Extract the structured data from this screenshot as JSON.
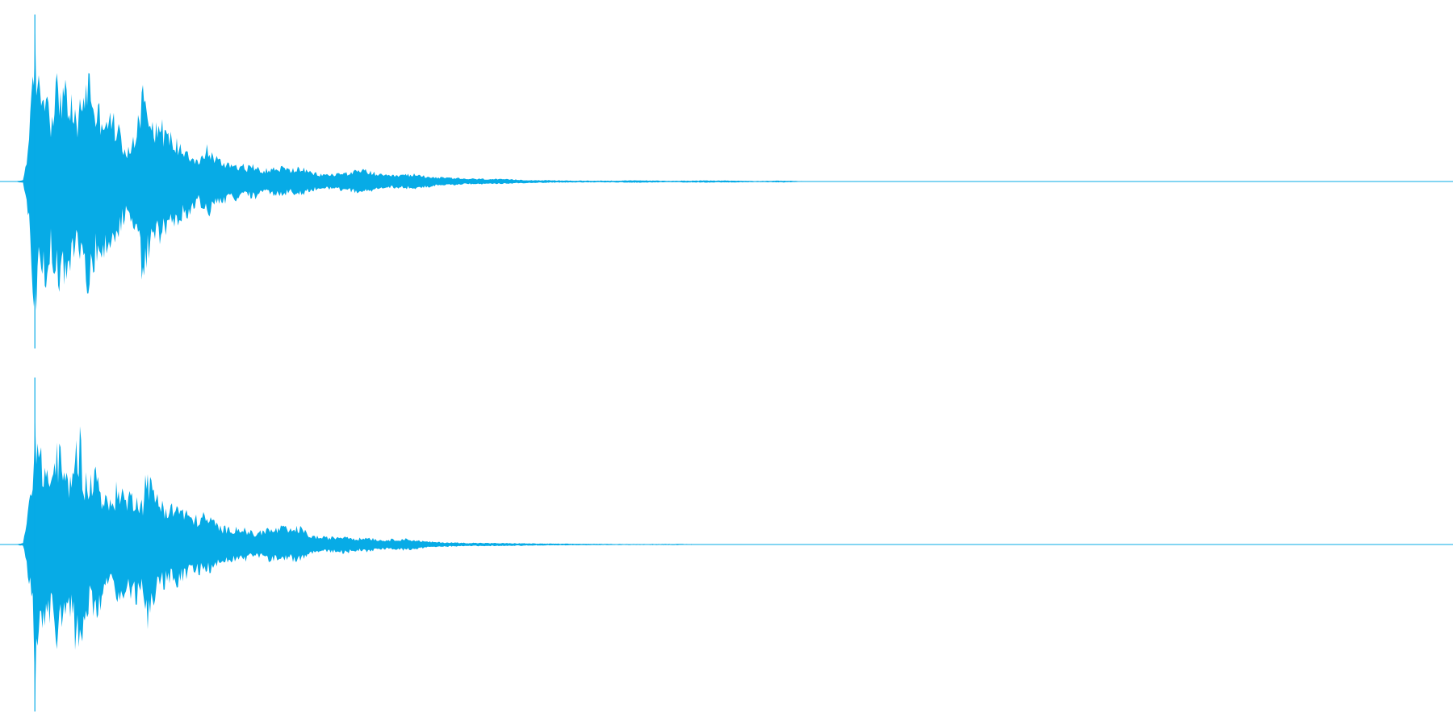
{
  "colors": {
    "background": "#ffffff",
    "waveform": "#07abe6"
  },
  "chart_data": {
    "type": "area",
    "title": "",
    "xlabel": "",
    "ylabel": "",
    "grid": false,
    "legend": "none",
    "xlim": [
      0,
      1
    ],
    "ylim": [
      -1,
      1
    ],
    "description_of_axes": "",
    "series": [
      {
        "channel": 1,
        "transient": {
          "x": 0.024,
          "amplitude": 1.0
        },
        "envelope": [
          [
            0.0,
            0.0
          ],
          [
            0.01,
            0.0
          ],
          [
            0.016,
            0.01
          ],
          [
            0.02,
            0.3
          ],
          [
            0.023,
            0.75
          ],
          [
            0.024,
            0.99
          ],
          [
            0.027,
            0.62
          ],
          [
            0.031,
            0.7
          ],
          [
            0.035,
            0.48
          ],
          [
            0.039,
            0.68
          ],
          [
            0.043,
            0.65
          ],
          [
            0.048,
            0.56
          ],
          [
            0.053,
            0.42
          ],
          [
            0.058,
            0.67
          ],
          [
            0.062,
            0.73
          ],
          [
            0.066,
            0.48
          ],
          [
            0.07,
            0.5
          ],
          [
            0.074,
            0.45
          ],
          [
            0.079,
            0.42
          ],
          [
            0.084,
            0.3
          ],
          [
            0.088,
            0.2
          ],
          [
            0.093,
            0.34
          ],
          [
            0.097,
            0.58
          ],
          [
            0.1,
            0.68
          ],
          [
            0.104,
            0.42
          ],
          [
            0.11,
            0.4
          ],
          [
            0.116,
            0.33
          ],
          [
            0.12,
            0.28
          ],
          [
            0.126,
            0.25
          ],
          [
            0.132,
            0.2
          ],
          [
            0.137,
            0.13
          ],
          [
            0.142,
            0.24
          ],
          [
            0.147,
            0.18
          ],
          [
            0.152,
            0.14
          ],
          [
            0.158,
            0.13
          ],
          [
            0.164,
            0.12
          ],
          [
            0.17,
            0.1
          ],
          [
            0.176,
            0.11
          ],
          [
            0.182,
            0.08
          ],
          [
            0.188,
            0.09
          ],
          [
            0.194,
            0.1
          ],
          [
            0.2,
            0.08
          ],
          [
            0.206,
            0.1
          ],
          [
            0.212,
            0.07
          ],
          [
            0.22,
            0.05
          ],
          [
            0.228,
            0.05
          ],
          [
            0.236,
            0.06
          ],
          [
            0.244,
            0.07
          ],
          [
            0.252,
            0.08
          ],
          [
            0.26,
            0.05
          ],
          [
            0.268,
            0.04
          ],
          [
            0.276,
            0.045
          ],
          [
            0.284,
            0.05
          ],
          [
            0.292,
            0.04
          ],
          [
            0.3,
            0.03
          ],
          [
            0.31,
            0.025
          ],
          [
            0.32,
            0.02
          ],
          [
            0.335,
            0.018
          ],
          [
            0.35,
            0.015
          ],
          [
            0.365,
            0.01
          ],
          [
            0.38,
            0.008
          ],
          [
            0.4,
            0.006
          ],
          [
            0.42,
            0.006
          ],
          [
            0.44,
            0.008
          ],
          [
            0.46,
            0.005
          ],
          [
            0.48,
            0.007
          ],
          [
            0.5,
            0.007
          ],
          [
            0.52,
            0.004
          ],
          [
            0.54,
            0.006
          ],
          [
            0.56,
            0.001
          ],
          [
            0.6,
            0.0
          ],
          [
            1.0,
            0.0
          ]
        ]
      },
      {
        "channel": 2,
        "transient": {
          "x": 0.024,
          "amplitude": 1.0
        },
        "envelope": [
          [
            0.0,
            0.0
          ],
          [
            0.01,
            0.0
          ],
          [
            0.016,
            0.01
          ],
          [
            0.02,
            0.28
          ],
          [
            0.023,
            0.55
          ],
          [
            0.024,
            0.99
          ],
          [
            0.027,
            0.6
          ],
          [
            0.031,
            0.56
          ],
          [
            0.035,
            0.45
          ],
          [
            0.039,
            0.68
          ],
          [
            0.043,
            0.55
          ],
          [
            0.047,
            0.42
          ],
          [
            0.051,
            0.61
          ],
          [
            0.055,
            0.74
          ],
          [
            0.058,
            0.46
          ],
          [
            0.062,
            0.44
          ],
          [
            0.066,
            0.52
          ],
          [
            0.07,
            0.38
          ],
          [
            0.074,
            0.28
          ],
          [
            0.078,
            0.32
          ],
          [
            0.082,
            0.44
          ],
          [
            0.086,
            0.32
          ],
          [
            0.09,
            0.34
          ],
          [
            0.094,
            0.37
          ],
          [
            0.098,
            0.28
          ],
          [
            0.101,
            0.54
          ],
          [
            0.104,
            0.4
          ],
          [
            0.11,
            0.31
          ],
          [
            0.116,
            0.25
          ],
          [
            0.122,
            0.27
          ],
          [
            0.128,
            0.22
          ],
          [
            0.134,
            0.18
          ],
          [
            0.14,
            0.2
          ],
          [
            0.146,
            0.17
          ],
          [
            0.152,
            0.12
          ],
          [
            0.158,
            0.11
          ],
          [
            0.164,
            0.12
          ],
          [
            0.17,
            0.1
          ],
          [
            0.176,
            0.07
          ],
          [
            0.182,
            0.11
          ],
          [
            0.188,
            0.1
          ],
          [
            0.194,
            0.12
          ],
          [
            0.2,
            0.1
          ],
          [
            0.206,
            0.12
          ],
          [
            0.214,
            0.06
          ],
          [
            0.222,
            0.05
          ],
          [
            0.23,
            0.05
          ],
          [
            0.238,
            0.06
          ],
          [
            0.246,
            0.04
          ],
          [
            0.254,
            0.05
          ],
          [
            0.262,
            0.03
          ],
          [
            0.27,
            0.035
          ],
          [
            0.278,
            0.04
          ],
          [
            0.286,
            0.03
          ],
          [
            0.294,
            0.02
          ],
          [
            0.305,
            0.015
          ],
          [
            0.32,
            0.012
          ],
          [
            0.34,
            0.01
          ],
          [
            0.36,
            0.008
          ],
          [
            0.38,
            0.006
          ],
          [
            0.4,
            0.005
          ],
          [
            0.42,
            0.004
          ],
          [
            0.44,
            0.003
          ],
          [
            0.46,
            0.004
          ],
          [
            0.475,
            0.003
          ],
          [
            0.49,
            0.001
          ],
          [
            0.52,
            0.0
          ],
          [
            1.0,
            0.0
          ]
        ]
      }
    ]
  }
}
